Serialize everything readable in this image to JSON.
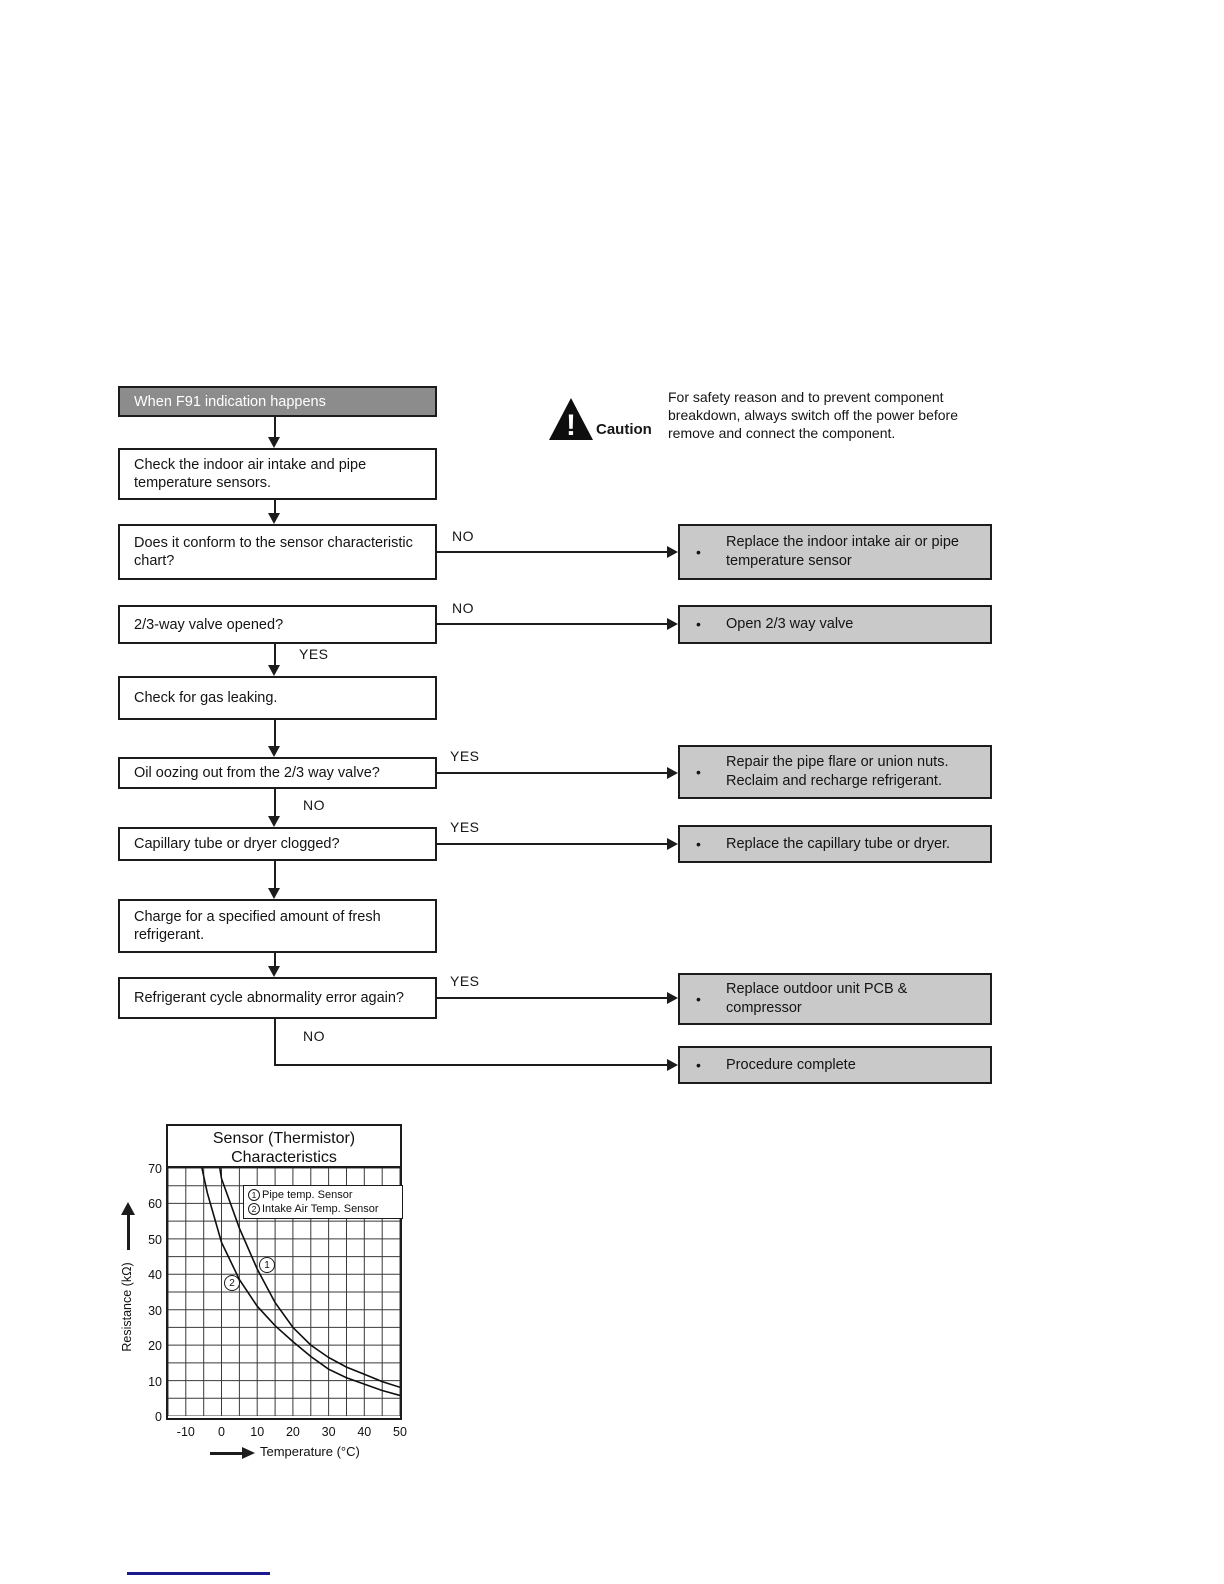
{
  "caution": {
    "label": "Caution",
    "icon_mark": "!",
    "text": "For safety reason and to prevent component breakdown, always switch off the power before remove and connect the component."
  },
  "flowchart": {
    "start_label": "When F91 indication happens",
    "steps": [
      {
        "text": "Check the indoor air intake and pipe temperature sensors."
      },
      {
        "text": "Does it conform to the sensor characteristic chart?"
      },
      {
        "text": "2/3-way valve opened?"
      },
      {
        "text": "Check for gas leaking."
      },
      {
        "text": "Oil oozing out from the 2/3 way valve?"
      },
      {
        "text": "Capillary tube or dryer clogged?"
      },
      {
        "text": "Charge for a specified amount of fresh refrigerant."
      },
      {
        "text": "Refrigerant cycle abnormality error again?"
      }
    ],
    "actions": [
      {
        "text": "Replace the indoor intake air or pipe temperature sensor"
      },
      {
        "text": "Open 2/3 way valve"
      },
      {
        "text": "Repair the pipe flare or union nuts. Reclaim and recharge refrigerant."
      },
      {
        "text": "Replace the capillary tube or dryer."
      },
      {
        "text": "Replace outdoor unit PCB & compressor"
      },
      {
        "text": "Procedure complete"
      }
    ],
    "labels": {
      "yes": "YES",
      "no": "NO"
    },
    "bullet": "•"
  },
  "chart_data": {
    "type": "line",
    "title": "Sensor (Thermistor) Characteristics",
    "xlabel": "Temperature (°C)",
    "ylabel": "Resistance (kΩ)",
    "xlim": [
      -15,
      50
    ],
    "ylim": [
      0,
      70
    ],
    "grid": true,
    "grid_step": 5,
    "x_ticks": [
      -10,
      0,
      10,
      20,
      30,
      40,
      50
    ],
    "y_ticks": [
      70,
      60,
      50,
      40,
      30,
      20,
      10,
      0
    ],
    "legend_position": "top-right-inside",
    "series": [
      {
        "name": "Pipe temp. Sensor",
        "marker": "1",
        "points": [
          [
            -0.5,
            70
          ],
          [
            0,
            67
          ],
          [
            5,
            53
          ],
          [
            10,
            41.5
          ],
          [
            15,
            32
          ],
          [
            20,
            25
          ],
          [
            25,
            20
          ],
          [
            30,
            16.5
          ],
          [
            35,
            13.8
          ],
          [
            40,
            11.8
          ],
          [
            45,
            9.7
          ],
          [
            50,
            8.1
          ]
        ]
      },
      {
        "name": "Intake Air Temp. Sensor",
        "marker": "2",
        "points": [
          [
            -5.5,
            70
          ],
          [
            -4,
            63
          ],
          [
            0,
            49
          ],
          [
            5,
            38.5
          ],
          [
            10,
            31
          ],
          [
            15,
            25.5
          ],
          [
            20,
            21
          ],
          [
            25,
            16.8
          ],
          [
            30,
            13.2
          ],
          [
            35,
            10.8
          ],
          [
            40,
            9
          ],
          [
            45,
            7.2
          ],
          [
            50,
            5.8
          ]
        ]
      }
    ]
  }
}
